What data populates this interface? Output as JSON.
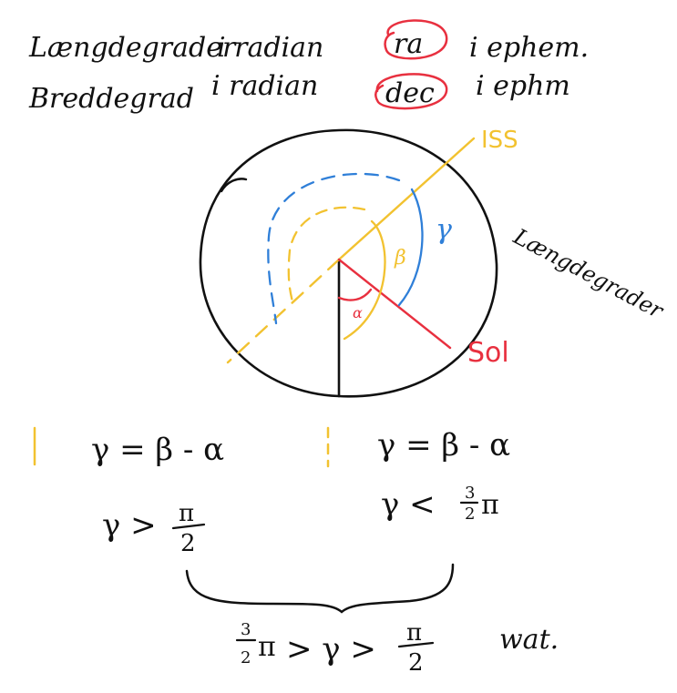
{
  "header": {
    "line1": {
      "text_left": "Længdegrader",
      "text_mid": "i radian",
      "boxed": "ra",
      "text_right": "i ephem."
    },
    "line2": {
      "text_left": "Breddegrad",
      "text_mid": "i radian",
      "boxed": "dec",
      "text_right": "i ephm"
    }
  },
  "diagram": {
    "iss_label": "ISS",
    "sol_label": "Sol",
    "longitude_label": "Længdegrader",
    "alpha_symbol": "α",
    "beta_symbol": "β",
    "gamma_symbol": "γ"
  },
  "equations": {
    "left": {
      "eq": "γ = β - α",
      "ineq_left": "γ >",
      "ineq_num": "π",
      "ineq_den": "2"
    },
    "right": {
      "eq": "γ = β - α",
      "ineq_left": "γ <",
      "ineq_num": "3",
      "ineq_den": "2",
      "ineq_tail": "π"
    },
    "combined": {
      "left_num": "3",
      "left_den": "2",
      "left_pi": "π",
      "middle": "> γ >",
      "right_num": "π",
      "right_den": "2"
    },
    "note": "wat."
  },
  "colors": {
    "ink": "#111111",
    "red": "#e8303f",
    "yellow": "#f2c230",
    "blue": "#2f7fd8"
  }
}
